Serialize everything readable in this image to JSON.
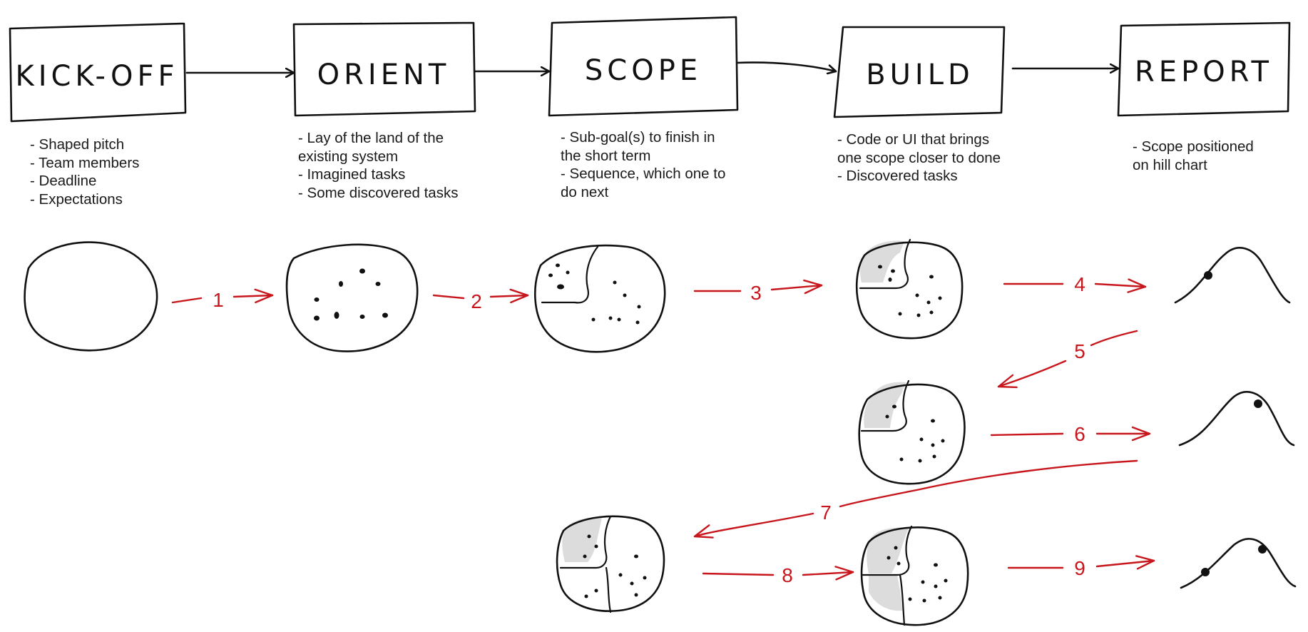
{
  "stages": [
    {
      "id": "kick-off",
      "label": "KICK-OFF",
      "notes": [
        "- Shaped pitch",
        "- Team members",
        "- Deadline",
        "- Expectations"
      ]
    },
    {
      "id": "orient",
      "label": "ORIENT",
      "notes": [
        "- Lay of the land of the",
        "existing system",
        "- Imagined tasks",
        "- Some discovered tasks"
      ]
    },
    {
      "id": "scope",
      "label": "SCOPE",
      "notes": [
        "- Sub-goal(s) to finish in",
        "the short term",
        "- Sequence, which one to",
        "do next"
      ]
    },
    {
      "id": "build",
      "label": "BUILD",
      "notes": [
        "- Code or UI that brings",
        "one scope closer to done",
        "- Discovered tasks"
      ]
    },
    {
      "id": "report",
      "label": "REPORT",
      "notes": [
        "- Scope positioned",
        "on hill chart"
      ]
    }
  ],
  "steps": [
    "1",
    "2",
    "3",
    "4",
    "5",
    "6",
    "7",
    "8",
    "9"
  ],
  "colors": {
    "ink": "#111111",
    "arrow_red": "#c8161d",
    "shade": "#dcdcdc",
    "background": "#ffffff"
  }
}
